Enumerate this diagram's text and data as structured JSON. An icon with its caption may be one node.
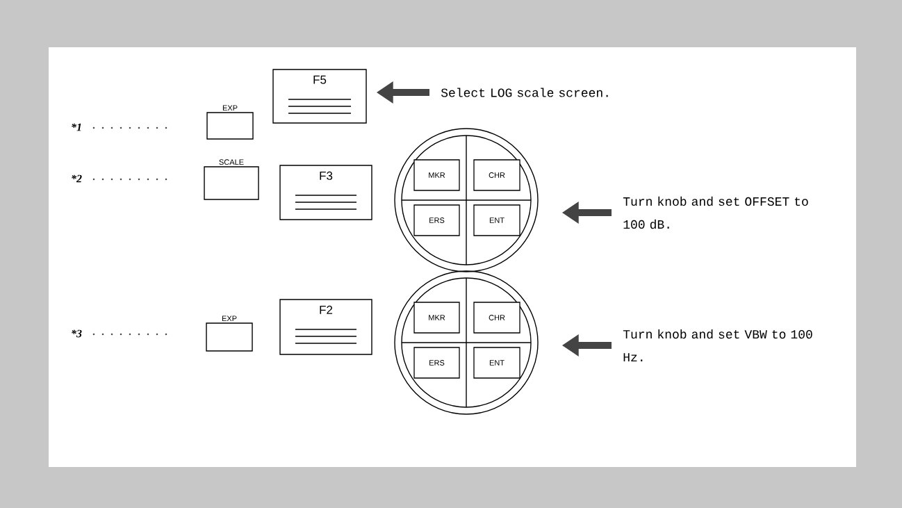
{
  "diagram": {
    "nodes": [
      {
        "text": [
          "EXP"
        ]
      },
      {
        "text": [
          "F5"
        ]
      },
      {
        "text": [
          "Select LOG scale screen."
        ]
      },
      {
        "text": [
          "SCALE"
        ]
      },
      {
        "text": [
          "F3"
        ]
      },
      {
        "text": [],
        "shape": "circle"
      },
      {
        "text": [
          "MKR"
        ],
        "in": 5
      },
      {
        "text": [
          "CHR"
        ],
        "in": 5
      },
      {
        "text": [
          "ERS"
        ],
        "in": 5
      },
      {
        "text": [
          "ENT"
        ],
        "in": 5
      },
      {
        "text": [
          "Turn knob and set OFFSET to 100 dB."
        ]
      },
      {
        "text": [
          "EXP"
        ]
      },
      {
        "text": [
          "F2"
        ]
      },
      {
        "text": [],
        "shape": "circle"
      },
      {
        "text": [
          "MKR"
        ],
        "in": 13
      },
      {
        "text": [
          "CHR"
        ],
        "in": 13
      },
      {
        "text": [
          "ERS"
        ],
        "in": 13
      },
      {
        "text": [
          "ENT"
        ],
        "in": 13
      },
      {
        "text": [
          "Turn knob and set VBW to 100 Hz."
        ]
      }
    ],
    "edges": [
      {
        "from": 2,
        "to": 1,
        "arrow": "to"
      },
      {
        "from": 10,
        "to": 5,
        "arrow": "to"
      },
      {
        "from": 18,
        "to": 13,
        "arrow": "to"
      }
    ],
    "labels": [
      "*1",
      "*2",
      "*3"
    ]
  }
}
